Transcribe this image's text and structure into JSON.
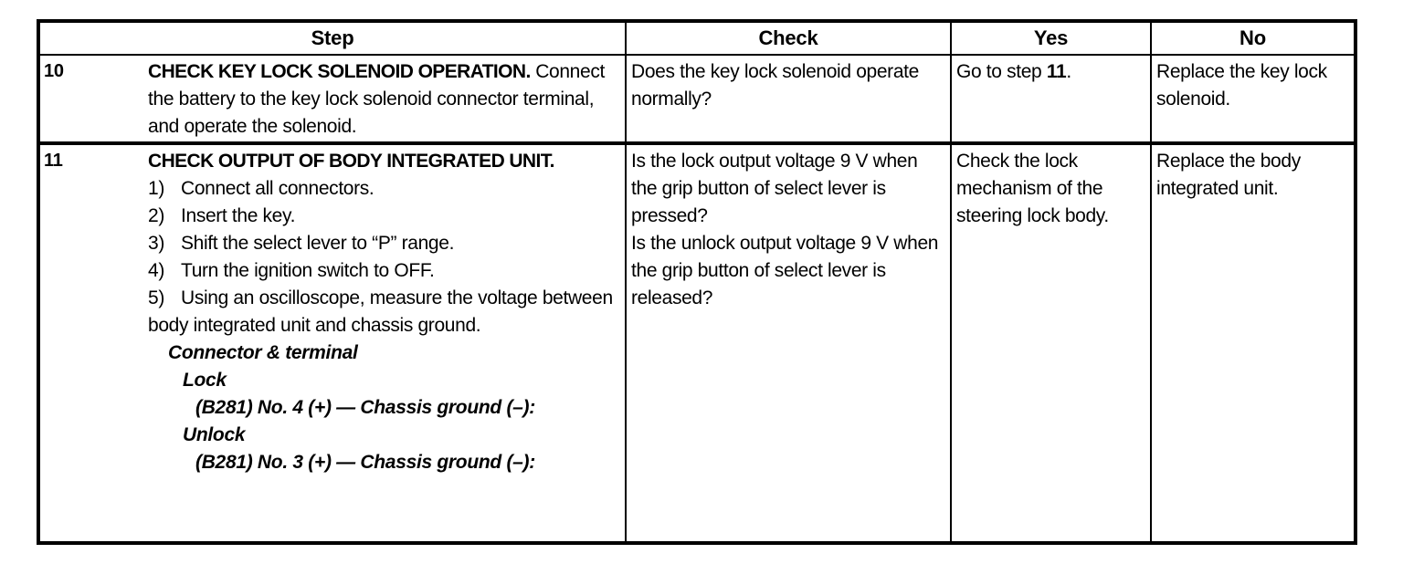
{
  "table": {
    "headers": [
      {
        "key": "step",
        "label": "Step"
      },
      {
        "key": "check",
        "label": "Check"
      },
      {
        "key": "yes",
        "label": "Yes"
      },
      {
        "key": "no",
        "label": "No"
      }
    ],
    "rows": [
      {
        "number": "10",
        "step": {
          "title": "CHECK KEY LOCK SOLENOID OPERATION.",
          "body": "Connect the battery to the key lock solenoid connector terminal, and operate the solenoid."
        },
        "check": "Does the key lock solenoid operate normally?",
        "yes_prefix": "Go to step ",
        "yes_bold": "11",
        "yes_suffix": ".",
        "no": "Replace the key lock solenoid."
      },
      {
        "number": "11",
        "step": {
          "title": "CHECK OUTPUT OF BODY INTEGRATED UNIT.",
          "procedure": [
            {
              "num": "1)",
              "text": "Connect all connectors."
            },
            {
              "num": "2)",
              "text": "Insert the key."
            },
            {
              "num": "3)",
              "text": "Shift the select lever to “P” range."
            },
            {
              "num": "4)",
              "text": "Turn the ignition switch to OFF."
            },
            {
              "num": "5)",
              "text": "Using an oscilloscope, measure the voltage between body integrated unit and chassis ground."
            }
          ],
          "connector": {
            "heading": "Connector & terminal",
            "groups": [
              {
                "name": "Lock",
                "terminal": "(B281) No. 4 (+) — Chassis ground (–):"
              },
              {
                "name": "Unlock",
                "terminal": "(B281) No. 3 (+) — Chassis ground (–):"
              }
            ]
          }
        },
        "check_line_1": "Is the lock output voltage 9 V when the grip button of select lever is pressed?",
        "check_line_2": "Is the unlock output voltage 9 V when the grip button of select lever is released?",
        "yes": "Check the lock mechanism of the steering lock body.",
        "no": "Replace the body integrated unit."
      }
    ]
  },
  "colors": {
    "ink": "#000000",
    "paper": "#ffffff"
  }
}
